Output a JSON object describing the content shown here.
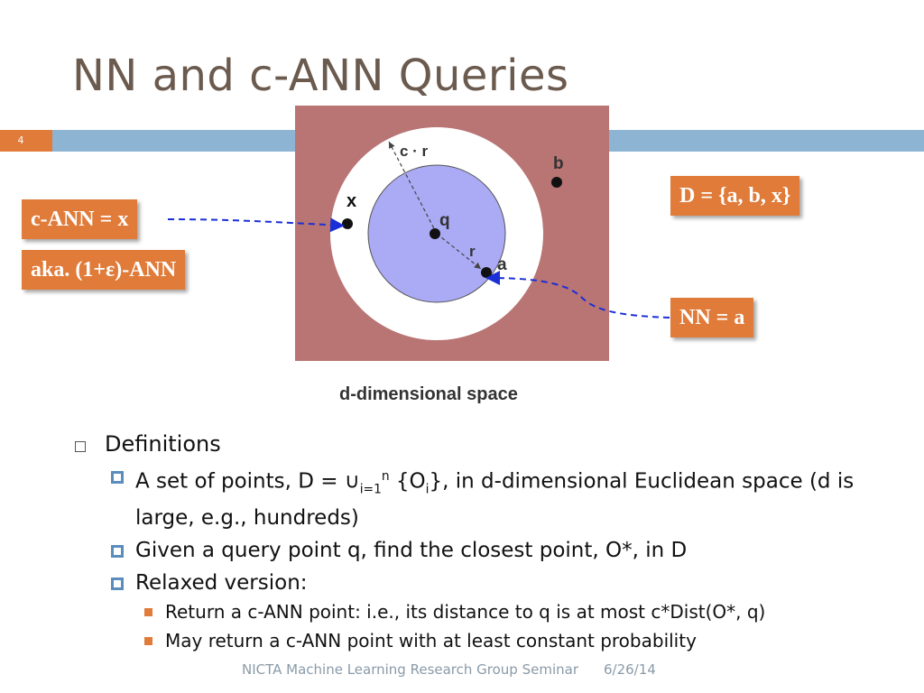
{
  "title": "NN and c-ANN Queries",
  "slide_number": "4",
  "diagram": {
    "labels": {
      "cr": "c · r",
      "b": "b",
      "x": "x",
      "q": "q",
      "r": "r",
      "a": "a"
    },
    "caption": "d-dimensional space"
  },
  "callouts": {
    "set": "D = {a, b, x}",
    "cann": "c-ANN = x",
    "aka": "aka. (1+ε)-ANN",
    "nn": "NN = a"
  },
  "bullets": {
    "definitions": "Definitions",
    "set_def": {
      "prefix": "A set of points, D = ∪",
      "sub": "i=1",
      "sup": "n",
      "mid": " {O",
      "sub2": "i",
      "suffix": "}, in d-dimensional Euclidean space (d is large, e.g., hundreds)"
    },
    "given": "Given a query point q, find the closest point, O*, in D",
    "relaxed": "Relaxed version:",
    "return_cann": "Return a c-ANN point: i.e., its distance to q is at most c*Dist(O*, q)",
    "may_return": "May return a c-ANN point with at least constant probability"
  },
  "footer": {
    "text": "NICTA Machine Learning Research Group Seminar",
    "date": "6/26/14"
  },
  "colors": {
    "accent_orange": "#e07b39",
    "bar_blue": "#8eb4d4",
    "title_brown": "#6b5a4e",
    "space_red": "#b97474",
    "inner_blue": "#aaaaf5"
  }
}
